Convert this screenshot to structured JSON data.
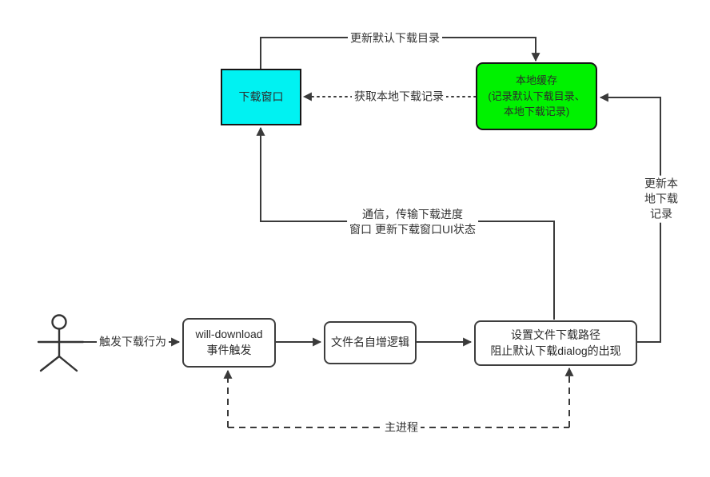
{
  "diagram": {
    "colors": {
      "node_download_window_fill": "#00f2f2",
      "node_local_cache_fill": "#00f200",
      "line": "#3a3a3a",
      "background": "#ffffff"
    },
    "nodes": {
      "download_window": {
        "label": "下载窗口"
      },
      "local_cache": {
        "label": "本地缓存\n(记录默认下载目录、\n本地下载记录)"
      },
      "will_download": {
        "label": "will-download\n事件触发"
      },
      "filename_increment": {
        "label": "文件名自增逻辑"
      },
      "set_download_path": {
        "label": "设置文件下载路径\n阻止默认下载dialog的出现"
      },
      "actor": {
        "label": ""
      }
    },
    "edges": {
      "update_default_dir": {
        "label": "更新默认下载目录",
        "style": "solid"
      },
      "get_local_records": {
        "label": "获取本地下载记录",
        "style": "dotted"
      },
      "ipc_progress": {
        "label": "通信，传输下载进度\n窗口 更新下载窗口UI状态",
        "style": "solid"
      },
      "update_local_records": {
        "label": "更新本地下载记录",
        "style": "solid"
      },
      "trigger_download": {
        "label": "触发下载行为",
        "style": "solid"
      },
      "main_process": {
        "label": "主进程",
        "style": "dashed"
      }
    }
  }
}
